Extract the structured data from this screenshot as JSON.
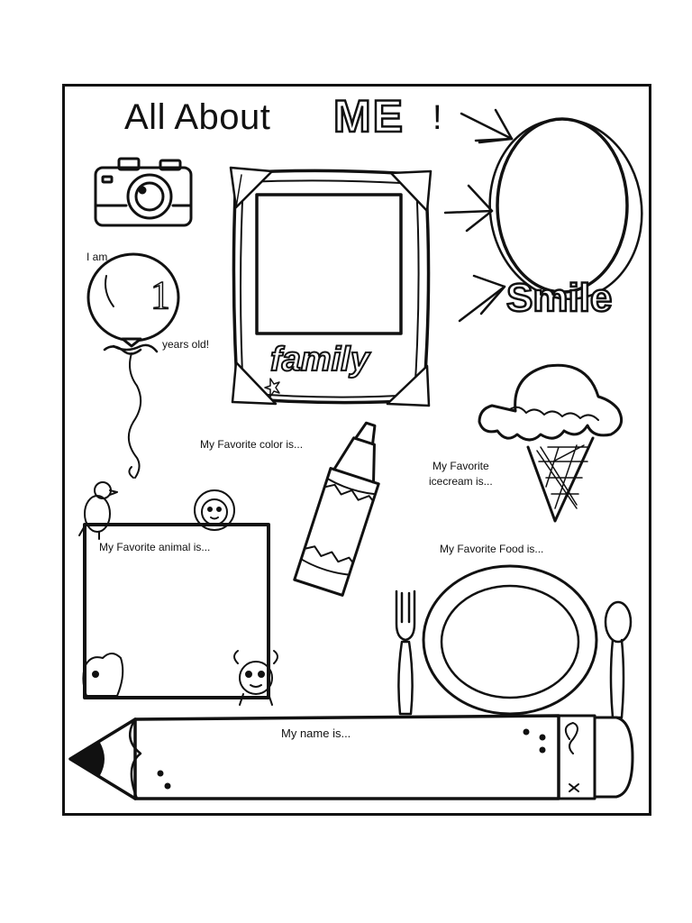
{
  "title": {
    "prefix": "All About",
    "emphasis": "ME",
    "suffix": "!"
  },
  "labels": {
    "i_am": "I am",
    "age_digit": "1",
    "years_old": "years old!",
    "favorite_color": "My Favorite color is...",
    "favorite_icecream_line1": "My Favorite",
    "favorite_icecream_line2": "icecream is...",
    "favorite_animal": "My Favorite animal is...",
    "favorite_food": "My Favorite Food is...",
    "my_name": "My name is..."
  },
  "decorations": {
    "smile_word": "Smile",
    "family_word": "family"
  },
  "icons": [
    "camera-icon",
    "balloon-icon",
    "photo-frame-icon",
    "face-oval-icon",
    "crayon-icon",
    "ice-cream-icon",
    "fork-icon",
    "plate-icon",
    "spoon-icon",
    "pencil-icon",
    "animal-doodles-icon"
  ],
  "colors": {
    "ink": "#111111",
    "paper": "#ffffff"
  }
}
